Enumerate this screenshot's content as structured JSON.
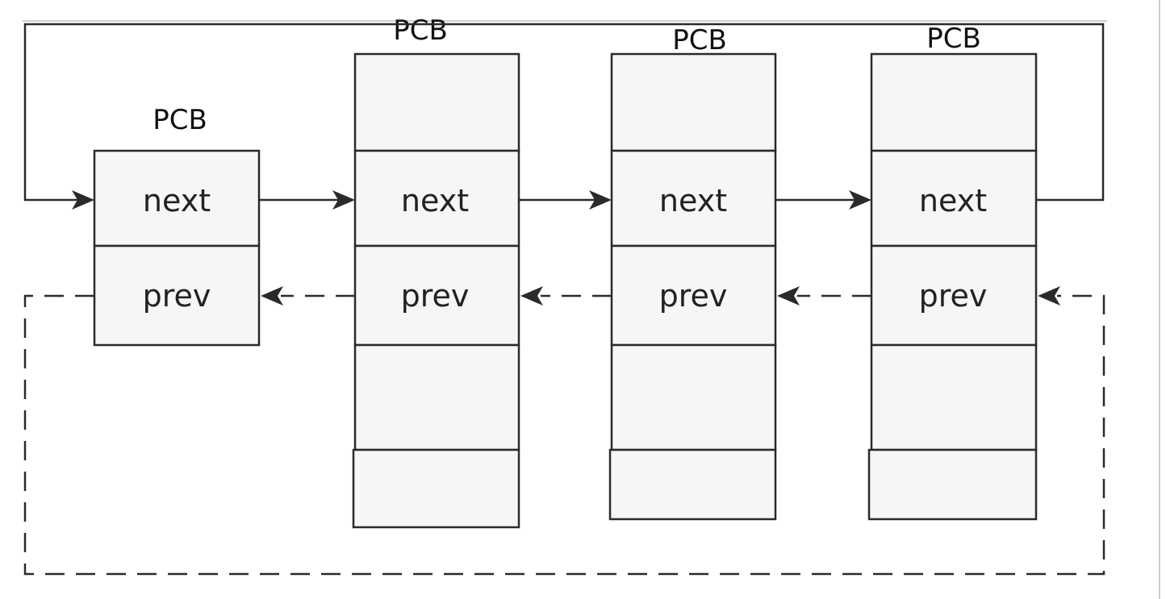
{
  "diagram": {
    "nodes": [
      {
        "title": "PCB",
        "fields": [
          "next",
          "prev"
        ]
      },
      {
        "title": "PCB",
        "fields": [
          "next",
          "prev"
        ]
      },
      {
        "title": "PCB",
        "fields": [
          "next",
          "prev"
        ]
      },
      {
        "title": "PCB",
        "fields": [
          "next",
          "prev"
        ]
      }
    ],
    "links": {
      "next": {
        "style": "solid",
        "direction": "forward",
        "wraps_to_first": true
      },
      "prev": {
        "style": "dashed",
        "direction": "backward",
        "wraps_to_last": true
      }
    }
  }
}
